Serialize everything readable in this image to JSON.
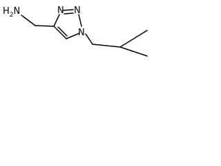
{
  "molecule": {
    "atoms": {
      "amine": {
        "element": "H",
        "subscript": "2",
        "element2": "N"
      },
      "n_top": "N",
      "n_mid": "N",
      "n_sub": "N"
    }
  }
}
